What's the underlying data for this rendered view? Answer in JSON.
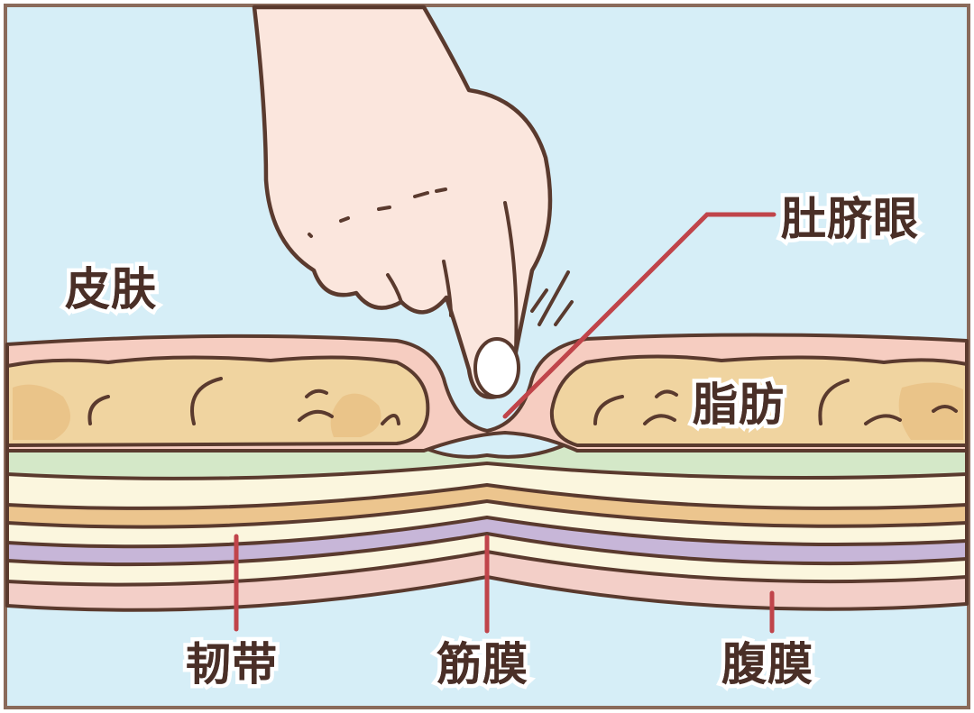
{
  "labels": {
    "skin": "皮肤",
    "navel": "肚脐眼",
    "fat": "脂肪",
    "ligament": "韧带",
    "fascia": "筋膜",
    "peritoneum": "腹膜"
  },
  "colors": {
    "background": "#d6eef7",
    "frame": "#8a6a5a",
    "outline": "#5a3a2e",
    "skin_pink": "#f6cdc1",
    "fat_tan": "#f0d4a0",
    "fat_shadow": "#e6b97a",
    "green_layer": "#d4e8c8",
    "cream_layer": "#fbf6de",
    "orange_layer": "#ecc58e",
    "lavender_layer": "#c7b6d8",
    "hand_skin": "#fbe6dd",
    "pointer_line": "#c0444a",
    "text": "#4a2f27"
  }
}
